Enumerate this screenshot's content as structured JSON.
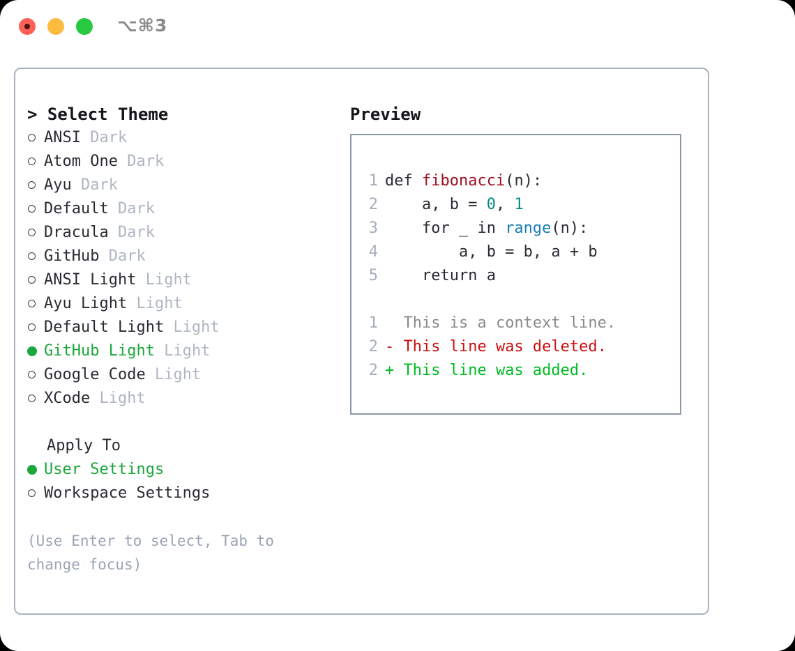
{
  "titlebar": {
    "shortcut": "⌥⌘3",
    "lights": [
      "close-red",
      "minimize-yellow",
      "maximize-green"
    ]
  },
  "theme_selector": {
    "header": "> Select Theme",
    "items": [
      {
        "bullet": "○",
        "name": "ANSI",
        "tag": "Dark",
        "selected": false
      },
      {
        "bullet": "○",
        "name": "Atom One",
        "tag": "Dark",
        "selected": false
      },
      {
        "bullet": "○",
        "name": "Ayu",
        "tag": "Dark",
        "selected": false
      },
      {
        "bullet": "○",
        "name": "Default",
        "tag": "Dark",
        "selected": false
      },
      {
        "bullet": "○",
        "name": "Dracula",
        "tag": "Dark",
        "selected": false
      },
      {
        "bullet": "○",
        "name": "GitHub",
        "tag": "Dark",
        "selected": false
      },
      {
        "bullet": "○",
        "name": "ANSI Light",
        "tag": "Light",
        "selected": false
      },
      {
        "bullet": "○",
        "name": "Ayu Light",
        "tag": "Light",
        "selected": false
      },
      {
        "bullet": "○",
        "name": "Default Light",
        "tag": "Light",
        "selected": false
      },
      {
        "bullet": "●",
        "name": "GitHub Light",
        "tag": "Light",
        "selected": true
      },
      {
        "bullet": "○",
        "name": "Google Code",
        "tag": "Light",
        "selected": false
      },
      {
        "bullet": "○",
        "name": "XCode",
        "tag": "Light",
        "selected": false
      }
    ]
  },
  "apply_to": {
    "label": "Apply To",
    "options": [
      {
        "bullet": "●",
        "name": "User Settings",
        "selected": true
      },
      {
        "bullet": "○",
        "name": "Workspace Settings",
        "selected": false
      }
    ]
  },
  "hint": "(Use Enter to select, Tab to change focus)",
  "preview": {
    "title": "Preview",
    "code_lines": [
      {
        "num": "1",
        "segments": [
          {
            "text": "def ",
            "style": "plain"
          },
          {
            "text": "fibonacci",
            "style": "function"
          },
          {
            "text": "(n):",
            "style": "plain"
          }
        ]
      },
      {
        "num": "2",
        "segments": [
          {
            "text": "    a, b = ",
            "style": "plain"
          },
          {
            "text": "0",
            "style": "number"
          },
          {
            "text": ", ",
            "style": "plain"
          },
          {
            "text": "1",
            "style": "number"
          }
        ]
      },
      {
        "num": "3",
        "segments": [
          {
            "text": "    for _ in ",
            "style": "plain"
          },
          {
            "text": "range",
            "style": "call"
          },
          {
            "text": "(n):",
            "style": "plain"
          }
        ]
      },
      {
        "num": "4",
        "segments": [
          {
            "text": "        a, b = b, a + b",
            "style": "plain"
          }
        ]
      },
      {
        "num": "5",
        "segments": [
          {
            "text": "    return a",
            "style": "plain"
          }
        ]
      }
    ],
    "diff_lines": [
      {
        "num": "1",
        "marker": "  ",
        "text": "This is a context line.",
        "kind": "context"
      },
      {
        "num": "2",
        "marker": "- ",
        "text": "This line was deleted.",
        "kind": "deletion"
      },
      {
        "num": "2",
        "marker": "+ ",
        "text": "This line was added.",
        "kind": "addition"
      }
    ]
  },
  "colors": {
    "selected_green": "#1aa73b",
    "tag_gray": "#aeb6c2",
    "hint_gray": "#9aa4b4",
    "panel_border": "#aab2c0",
    "code_border": "#8c98a8",
    "diff_delete_red": "#cc1111",
    "diff_add_green": "#00bb22",
    "syntax_function_red": "#a01020",
    "syntax_number_teal": "#008a80",
    "syntax_call_blue": "#1a7fb5"
  }
}
